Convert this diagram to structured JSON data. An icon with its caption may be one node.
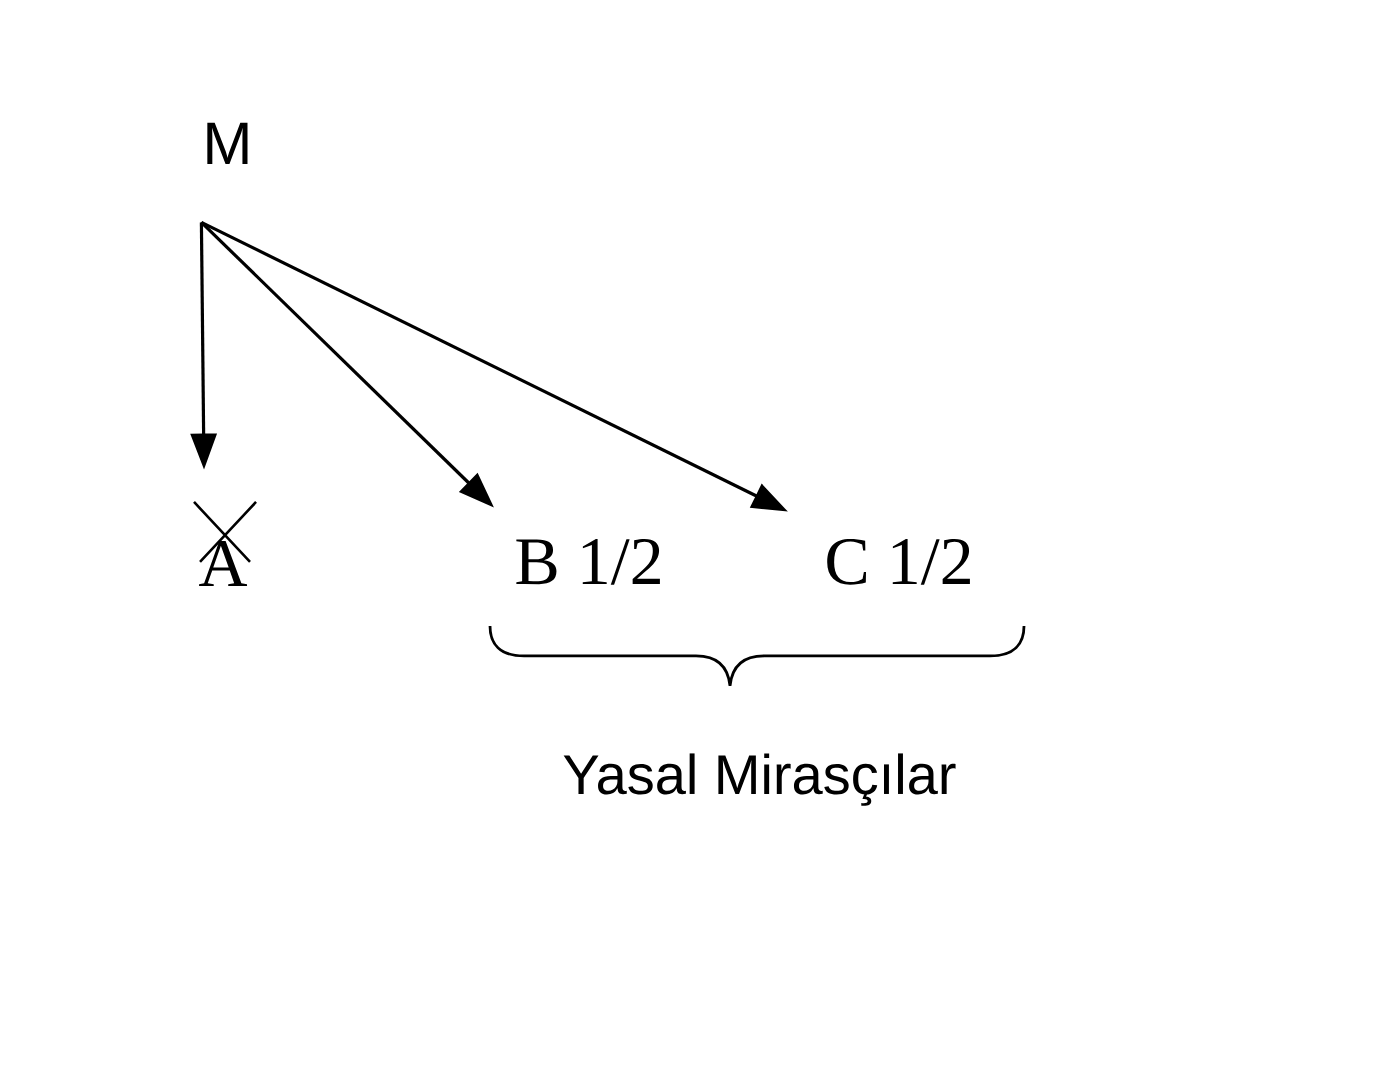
{
  "diagram": {
    "nodes": [
      {
        "text": [
          "M"
        ]
      },
      {
        "text": [
          "A"
        ]
      },
      {
        "text": [
          "B 1/2"
        ]
      },
      {
        "text": [
          "C 1/2"
        ]
      }
    ],
    "edges": [
      {
        "from": 0,
        "to": 1,
        "arrow": "to"
      },
      {
        "from": 0,
        "to": 2,
        "arrow": "to"
      },
      {
        "from": 0,
        "to": 3,
        "arrow": "to"
      }
    ],
    "labels": [
      "Yasal Mirasçılar"
    ]
  }
}
